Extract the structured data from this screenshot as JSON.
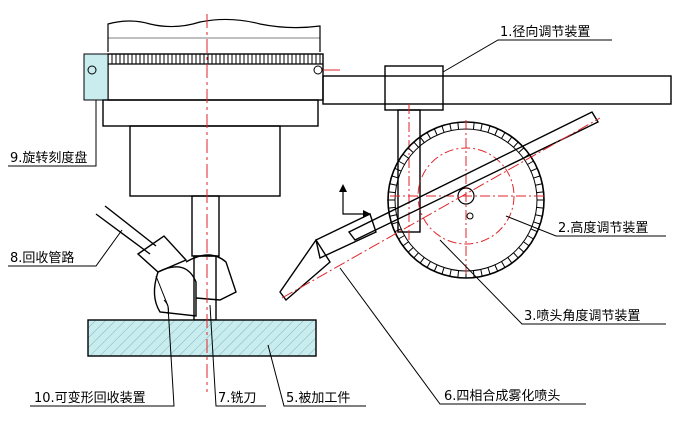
{
  "labels": {
    "radial_adjuster": "1.径向调节装置",
    "height_adjuster": "2.高度调节装置",
    "nozzle_angle_adjuster": "3.喷头角度调节装置",
    "four_phase_nozzle": "6.四相合成雾化喷头",
    "milling_cutter": "7.铣刀",
    "workpiece": "5.被加工件",
    "recovery_pipe": "8.回收管路",
    "rotary_dial": "9.旋转刻度盘",
    "variable_recovery_device": "10.可变形回收装置"
  },
  "colors": {
    "line": "#000000",
    "centerline": "#e0262b",
    "hatch_fill": "#c9ecef"
  }
}
